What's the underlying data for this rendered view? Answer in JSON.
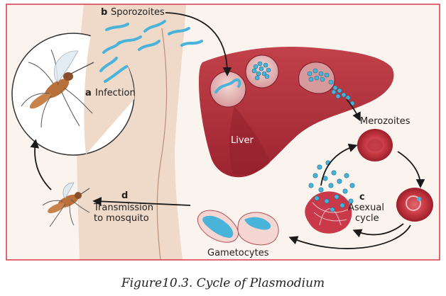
{
  "figure": {
    "labels": {
      "b_letter": "b",
      "b_text": "Sporozoites",
      "a_letter": "a",
      "a_text": "Infection",
      "liver": "Liver",
      "merozoites": "Merozoites",
      "c_letter": "c",
      "c_text_line1": "Asexual",
      "c_text_line2": "cycle",
      "d_letter": "d",
      "d_text_line1": "Transmission",
      "d_text_line2": "to mosquito",
      "gametocytes": "Gametocytes"
    },
    "caption": "Figure10.3. Cycle of Plasmodium"
  },
  "colors": {
    "border": "#d9374a",
    "background": "#fbf4ee",
    "skin": "#efd9c8",
    "liver": "#b3343c",
    "liver_dark": "#8d1f2a",
    "blood_cell": "#cf3f48",
    "parasite": "#4ab3d9",
    "arrow": "#1a1a1a"
  }
}
